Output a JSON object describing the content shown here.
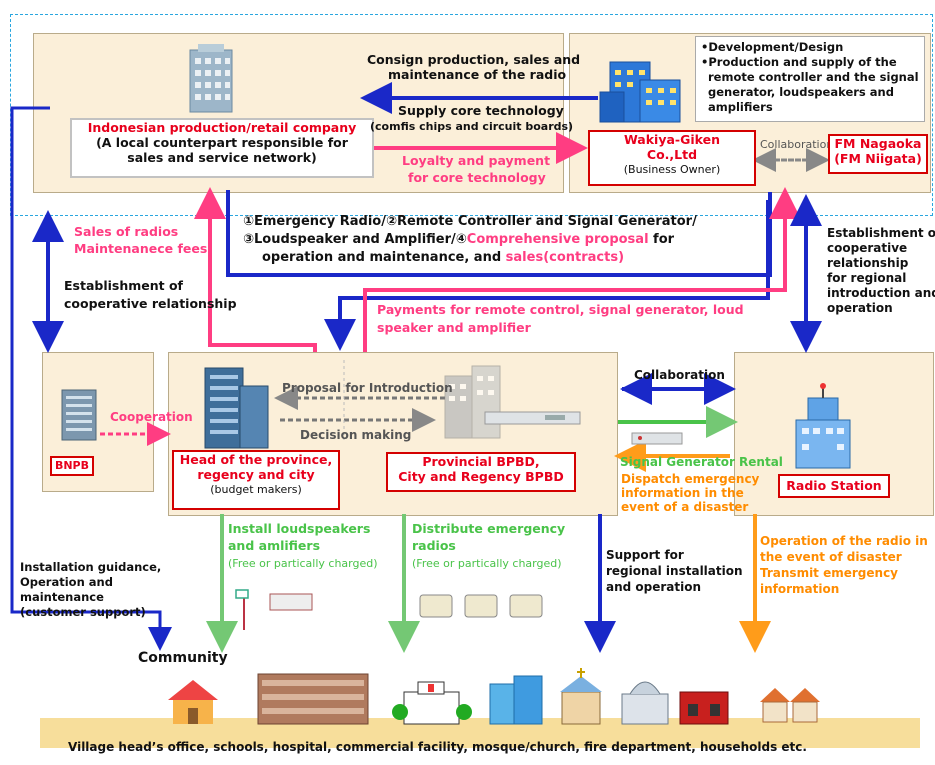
{
  "top_left": {
    "company": "Indonesian production/retail company",
    "desc1": "(A local counterpart responsible for",
    "desc2": "sales and service network)"
  },
  "top_center": {
    "consign1": "Consign production, sales and",
    "consign2": "maintenance of the radio",
    "supply1": "Supply core technology",
    "supply2": "(comfis chips and circuit boards)",
    "loyalty1": "Loyalty and payment",
    "loyalty2": "for core technology"
  },
  "top_right": {
    "bullet1": "•Development/Design",
    "bullet2a": "•Production and supply of the",
    "bullet2b": "remote controller and the signal",
    "bullet2c": "generator, loudspeakers and",
    "bullet2d": "amplifiers",
    "wakiya1": "Wakiya-Giken",
    "wakiya2": "Co.,Ltd",
    "wakiya3": "(Business Owner)",
    "collab": "Collaboration",
    "fm1": "FM Nagaoka",
    "fm2": "(FM Niigata)"
  },
  "middle": {
    "sales1": "Sales of radios",
    "sales2": "Maintenanece fees",
    "estab_left1": "Establishment of",
    "estab_left2": "cooperative relationship",
    "items1a": "①Emergency Radio/②Remote Controller and Signal Generator/",
    "items2a": "③Loudspeaker and Amplifier/④",
    "items2b": "Comprehensive proposal",
    "items2c": " for",
    "items3a": "operation and maintenance, and ",
    "items3b": "sales(contracts)",
    "payments1": "Payments for remote control, signal generator, loud",
    "payments2": "speaker and amplifier",
    "estab_right1": "Establishment of",
    "estab_right2": "cooperative",
    "estab_right3": "relationship",
    "estab_right4": "for regional",
    "estab_right5": "introduction and",
    "estab_right6": "operation"
  },
  "lower": {
    "bnpb": "BNPB",
    "cooperation": "Cooperation",
    "proposal": "Proposal for  Introduction",
    "decision": "Decision making",
    "head1": "Head of the province,",
    "head2": "regency and city",
    "head3": "(budget makers)",
    "bpbd1": "Provincial BPBD,",
    "bpbd2": "City and Regency BPBD",
    "collaboration": "Collaboration",
    "signal_rental": "Signal Generator Rental",
    "dispatch1": "Dispatch emergency",
    "dispatch2": "information in the",
    "dispatch3": "event of a disaster",
    "radio_station": "Radio Station"
  },
  "bottom": {
    "install_guid1": "Installation guidance,",
    "install_guid2": "Operation and",
    "install_guid3": "maintenance",
    "install_guid4": "(customer support)",
    "install_ls1": "Install loudspeakers",
    "install_ls2": "and amlifiers",
    "install_ls3": "(Free or partically charged)",
    "distribute1": "Distribute emergency",
    "distribute2": "radios",
    "distribute3": "(Free or partically charged)",
    "support1": "Support for",
    "support2": "regional installation",
    "support3": "and operation",
    "operation1": "Operation of the radio in",
    "operation2": "the event of disaster",
    "operation3": "Transmit emergency",
    "operation4": "information",
    "community": "Community",
    "village": "Village  head’s office, schools, hospital, commercial facility, mosque/church, fire department, households etc."
  },
  "colors": {
    "blue": "#1a28c8",
    "pink": "#ff3d82",
    "green": "#49c349",
    "orange": "#ff8c00",
    "panel": "#fbefd9",
    "dashed_border": "#2aa6df"
  }
}
